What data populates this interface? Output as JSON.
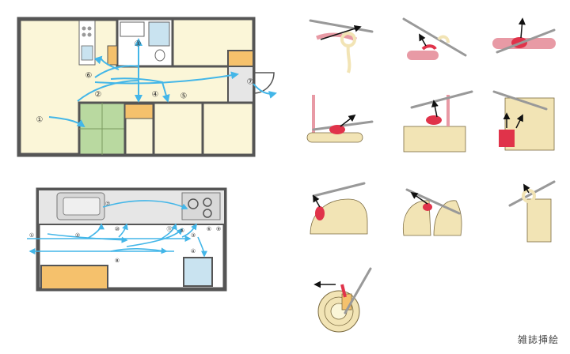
{
  "caption": "雑誌挿絵",
  "floorplan": {
    "route_numbers": [
      "①",
      "②",
      "③",
      "④",
      "⑤",
      "⑥",
      "⑦"
    ]
  },
  "kitchen": {
    "route_numbers": [
      "①",
      "②",
      "③",
      "④",
      "⑤",
      "⑥",
      "⑦",
      "⑧",
      "⑨",
      "⑩",
      "⑪"
    ]
  },
  "colors": {
    "wall": "#555555",
    "floor": "#fbf6d8",
    "tatami": "#b9d9a0",
    "orange": "#f5c16c",
    "arrow": "#43b6e8",
    "yarn": "#f2e4b5",
    "accent_pink": "#e89aa5",
    "accent_red": "#e0334a"
  },
  "icons": [
    "crochet-hook-icon"
  ]
}
